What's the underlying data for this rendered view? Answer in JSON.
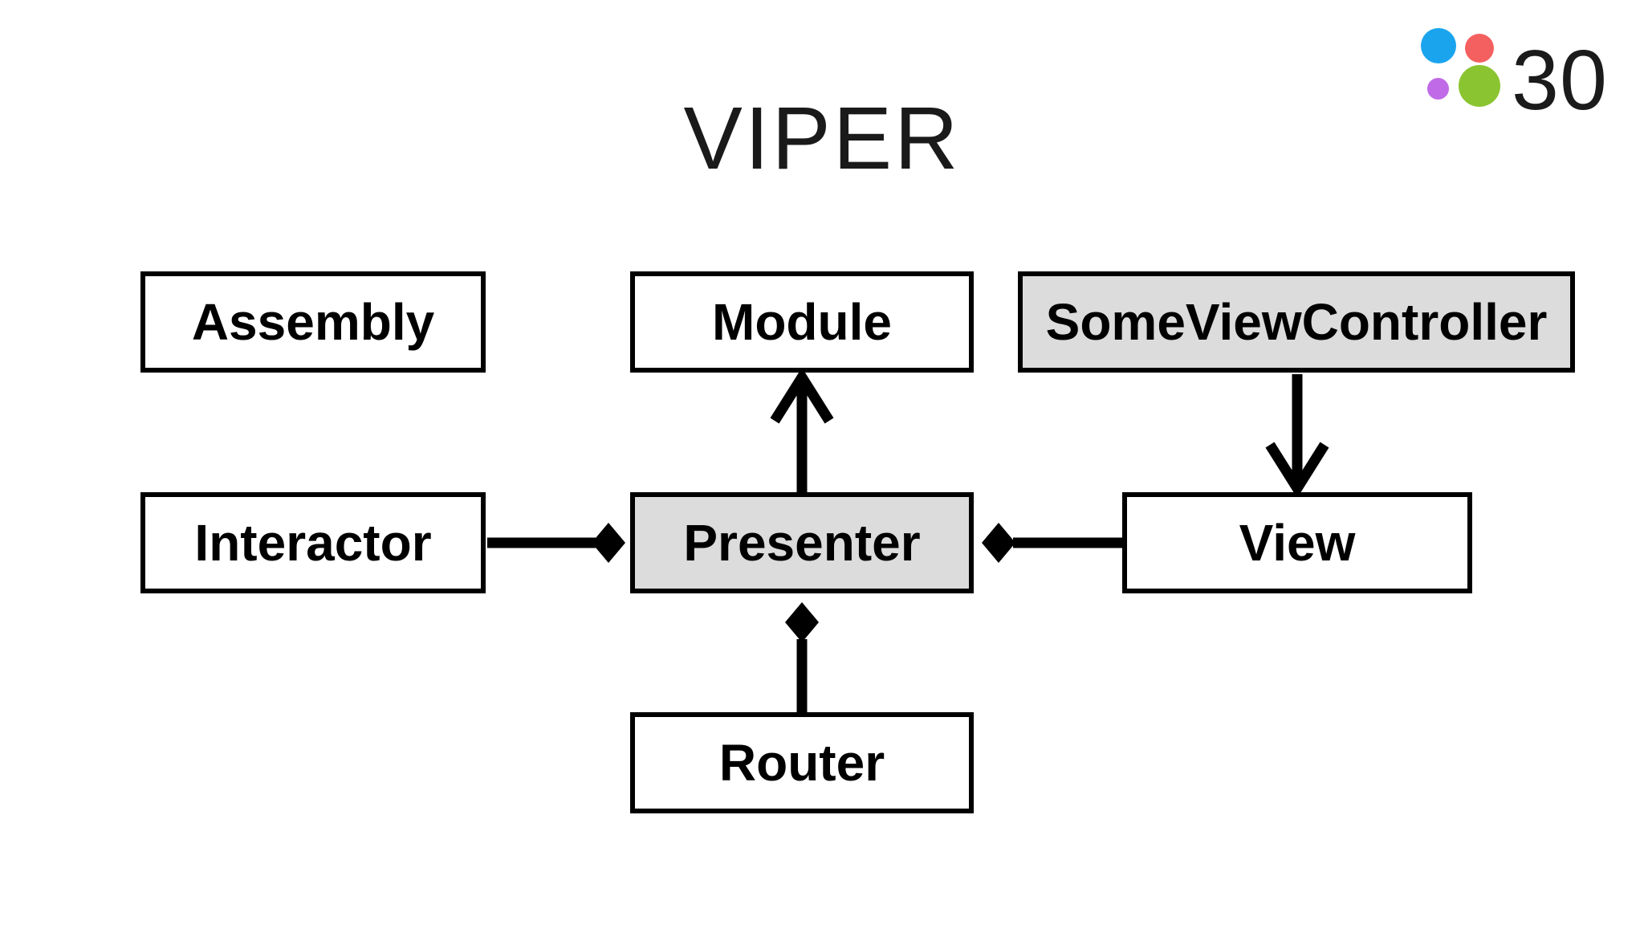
{
  "slide": {
    "title": "VIPER",
    "badge": {
      "count": "30",
      "dots": [
        {
          "name": "blue-dot",
          "color": "#1ba4ee"
        },
        {
          "name": "red-dot",
          "color": "#f4605f"
        },
        {
          "name": "purple-dot",
          "color": "#c06ae8"
        },
        {
          "name": "green-dot",
          "color": "#8bc431"
        }
      ]
    }
  },
  "diagram": {
    "nodes": {
      "assembly": {
        "label": "Assembly",
        "variant": "plain"
      },
      "module": {
        "label": "Module",
        "variant": "plain"
      },
      "someviewcontroller": {
        "label": "SomeViewController",
        "variant": "highlighted"
      },
      "interactor": {
        "label": "Interactor",
        "variant": "plain"
      },
      "presenter": {
        "label": "Presenter",
        "variant": "highlighted"
      },
      "view": {
        "label": "View",
        "variant": "plain"
      },
      "router": {
        "label": "Router",
        "variant": "plain"
      }
    },
    "edges": [
      {
        "from": "presenter",
        "to": "module",
        "marker": "open-arrow"
      },
      {
        "from": "someviewcontroller",
        "to": "view",
        "marker": "open-arrow"
      },
      {
        "from": "interactor",
        "to": "presenter",
        "marker": "diamond"
      },
      {
        "from": "view",
        "to": "presenter",
        "marker": "diamond"
      },
      {
        "from": "router",
        "to": "presenter",
        "marker": "diamond"
      }
    ],
    "colors": {
      "node_fill": "#ffffff",
      "node_fill_highlight": "#dcdcdc",
      "node_border": "#000000",
      "connector": "#000000"
    }
  }
}
